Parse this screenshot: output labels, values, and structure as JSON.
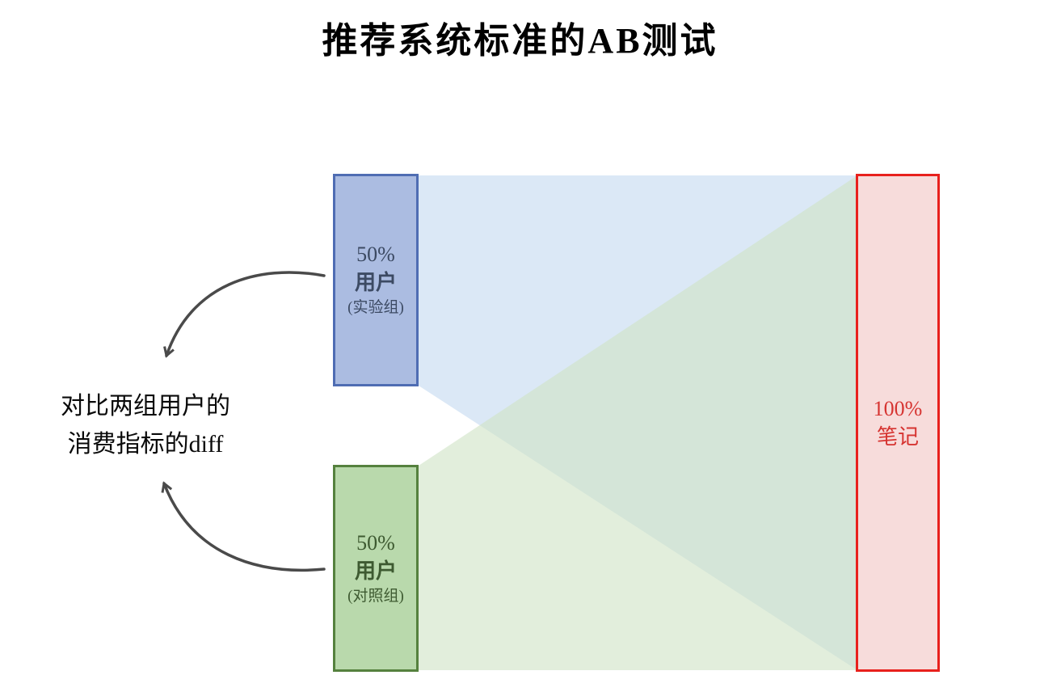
{
  "title": "推荐系统标准的AB测试",
  "annotation": {
    "line1": "对比两组用户的",
    "line2": "消费指标的diff"
  },
  "groups": {
    "experiment": {
      "percent": "50%",
      "label": "用户",
      "sublabel": "(实验组)"
    },
    "control": {
      "percent": "50%",
      "label": "用户",
      "sublabel": "(对照组)"
    },
    "notes": {
      "percent": "100%",
      "label": "笔记"
    }
  },
  "colors": {
    "blue_border": "#4f6db3",
    "blue_fill": "#abbce1",
    "blue_text": "#3c4a63",
    "green_border": "#55813e",
    "green_fill": "#b9d9ac",
    "green_text": "#3e5a31",
    "red_border": "#e8211d",
    "red_fill": "#f7dcdb",
    "red_text": "#d63431",
    "flow_blue": "#dbe8f6",
    "flow_green": "#cfe3c4",
    "arrow": "#4a4a4a"
  }
}
